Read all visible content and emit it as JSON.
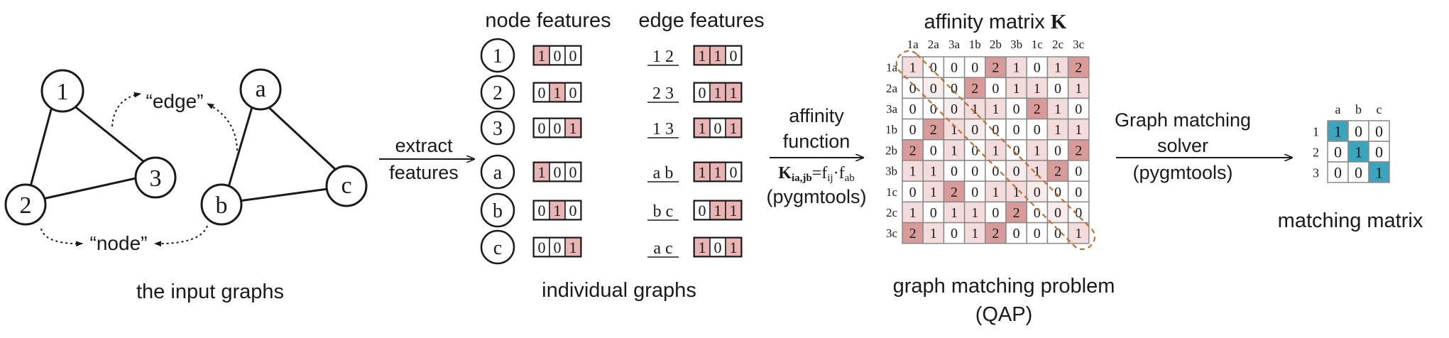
{
  "input_graphs": {
    "caption": "the input graphs",
    "graph1": {
      "nodes": [
        "1",
        "2",
        "3"
      ],
      "edges": [
        [
          "1",
          "2"
        ],
        [
          "2",
          "3"
        ],
        [
          "1",
          "3"
        ]
      ]
    },
    "graph2": {
      "nodes": [
        "a",
        "b",
        "c"
      ],
      "edges": [
        [
          "a",
          "b"
        ],
        [
          "b",
          "c"
        ]
      ]
    },
    "edge_annotation": "“edge”",
    "node_annotation": "“node”"
  },
  "extract_label": [
    "extract",
    "features"
  ],
  "individual_graphs": {
    "caption": "individual graphs",
    "node_features_title": "node features",
    "edge_features_title": "edge features",
    "node_rows": [
      {
        "node": "1",
        "vector": [
          1,
          0,
          0
        ],
        "edge": "1  2",
        "edge_vector": [
          1,
          1,
          0
        ]
      },
      {
        "node": "2",
        "vector": [
          0,
          1,
          0
        ],
        "edge": "2  3",
        "edge_vector": [
          0,
          1,
          1
        ]
      },
      {
        "node": "3",
        "vector": [
          0,
          0,
          1
        ],
        "edge": "1  3",
        "edge_vector": [
          1,
          0,
          1
        ]
      },
      {
        "node": "a",
        "vector": [
          1,
          0,
          0
        ],
        "edge": "a  b",
        "edge_vector": [
          1,
          1,
          0
        ]
      },
      {
        "node": "b",
        "vector": [
          0,
          1,
          0
        ],
        "edge": "b  c",
        "edge_vector": [
          0,
          1,
          1
        ]
      },
      {
        "node": "c",
        "vector": [
          0,
          0,
          1
        ],
        "edge": "a  c",
        "edge_vector": [
          1,
          0,
          1
        ]
      }
    ]
  },
  "affinity_label": {
    "lines": [
      "affinity",
      "function"
    ],
    "formula_main": "K",
    "formula_sub": "ia,jb",
    "formula_eq": "=f",
    "formula_sub2": "ij",
    "formula_dot": "·f",
    "formula_sub3": "ab",
    "tool": "(pygmtools)"
  },
  "affinity_matrix": {
    "title": "affinity matrix ",
    "title_symbol": "K",
    "labels": [
      "1a",
      "2a",
      "3a",
      "1b",
      "2b",
      "3b",
      "1c",
      "2c",
      "3c"
    ],
    "values": [
      [
        1,
        0,
        0,
        0,
        2,
        1,
        0,
        1,
        2
      ],
      [
        0,
        0,
        0,
        2,
        0,
        1,
        1,
        0,
        1
      ],
      [
        0,
        0,
        0,
        1,
        1,
        0,
        2,
        1,
        0
      ],
      [
        0,
        2,
        1,
        0,
        0,
        0,
        0,
        1,
        1
      ],
      [
        2,
        0,
        1,
        0,
        1,
        0,
        1,
        0,
        2
      ],
      [
        1,
        1,
        0,
        0,
        0,
        0,
        1,
        2,
        0
      ],
      [
        0,
        1,
        2,
        0,
        1,
        1,
        0,
        0,
        0
      ],
      [
        1,
        0,
        1,
        1,
        0,
        2,
        0,
        0,
        0
      ],
      [
        2,
        1,
        0,
        1,
        2,
        0,
        0,
        0,
        1
      ]
    ],
    "caption": [
      "graph matching problem",
      "(QAP)"
    ]
  },
  "solver_label": [
    "Graph matching",
    "solver",
    "(pygmtools)"
  ],
  "matching_matrix": {
    "col_labels": [
      "a",
      "b",
      "c"
    ],
    "row_labels": [
      "1",
      "2",
      "3"
    ],
    "values": [
      [
        1,
        0,
        0
      ],
      [
        0,
        1,
        0
      ],
      [
        0,
        0,
        1
      ]
    ],
    "caption": "matching matrix"
  },
  "colors": {
    "feature_fill": "#e8b4b4",
    "matrix_two": "#d99a9a",
    "matrix_one": "#f5dcdc",
    "matrix_diag": "#f9ecec",
    "diagonal_band": "#b8713a",
    "matching_fill": "#3aa5bd",
    "stroke": "#1a1a1a",
    "grid_stroke": "#8a8a8a"
  }
}
